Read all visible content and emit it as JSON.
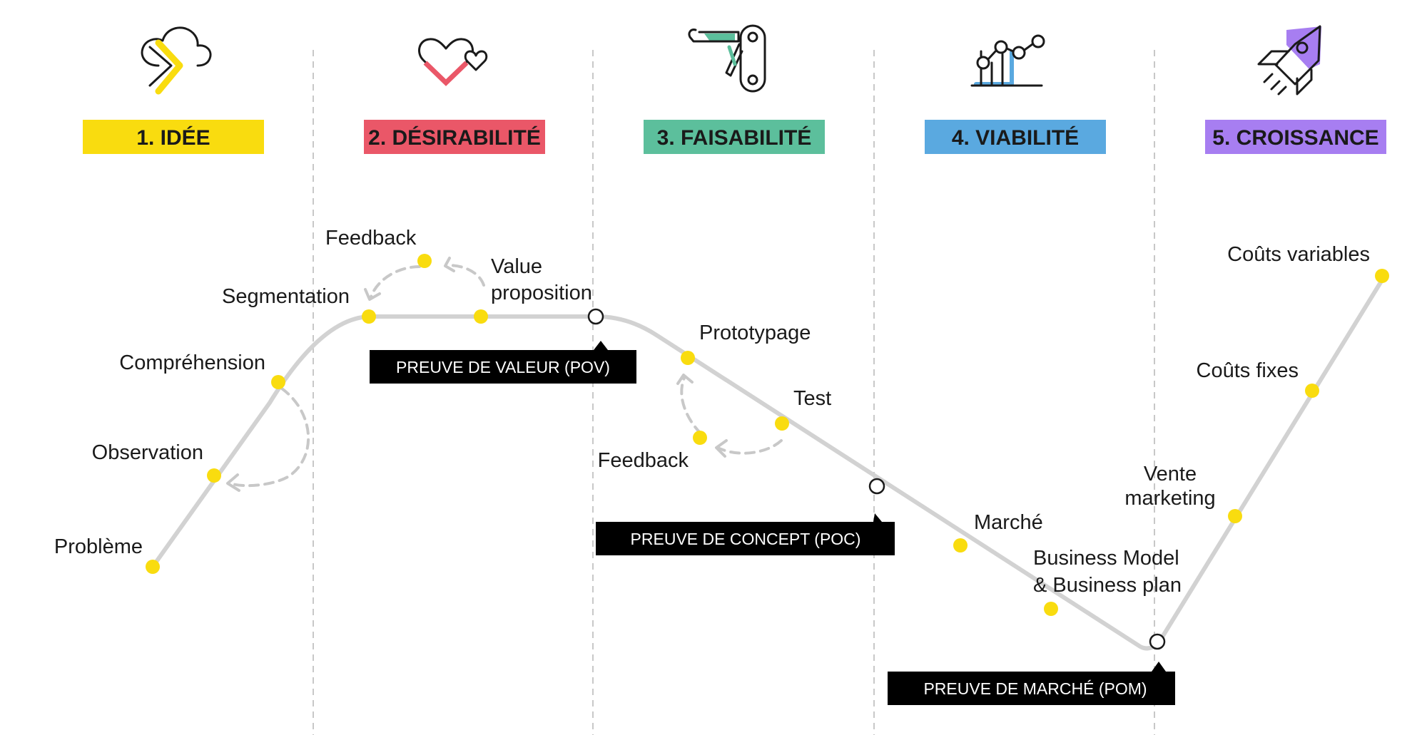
{
  "colors": {
    "yellow": "#f9dc0f",
    "pink": "#ea5768",
    "green": "#5cbf9c",
    "blue": "#5aa9e0",
    "purple": "#a77ef1",
    "path": "#d2d2d2",
    "black": "#000000"
  },
  "phases": [
    {
      "label": "1. IDÉE",
      "color": "#f9dc0f",
      "icon": "cloud-arrow-icon"
    },
    {
      "label": "2. DÉSIRABILITÉ",
      "color": "#ea5768",
      "icon": "hearts-icon"
    },
    {
      "label": "3. FAISABILITÉ",
      "color": "#5cbf9c",
      "icon": "swiss-knife-icon"
    },
    {
      "label": "4. VIABILITÉ",
      "color": "#5aa9e0",
      "icon": "bar-chart-icon"
    },
    {
      "label": "5. CROISSANCE",
      "color": "#a77ef1",
      "icon": "rocket-icon"
    }
  ],
  "steps": {
    "probleme": "Problème",
    "observation": "Observation",
    "comprehension": "Compréhension",
    "segmentation": "Segmentation",
    "feedback1": "Feedback",
    "value1": "Value",
    "value2": "proposition",
    "prototypage": "Prototypage",
    "test": "Test",
    "feedback2": "Feedback",
    "marche": "Marché",
    "bm1": "Business Model",
    "bm2": "& Business plan",
    "vente1": "Vente",
    "vente2": "marketing",
    "couts_fixes": "Coûts fixes",
    "couts_variables": "Coûts variables"
  },
  "proofs": {
    "pov": "PREUVE DE VALEUR (POV)",
    "poc": "PREUVE DE CONCEPT (POC)",
    "pom": "PREUVE DE MARCHÉ (POM)"
  }
}
